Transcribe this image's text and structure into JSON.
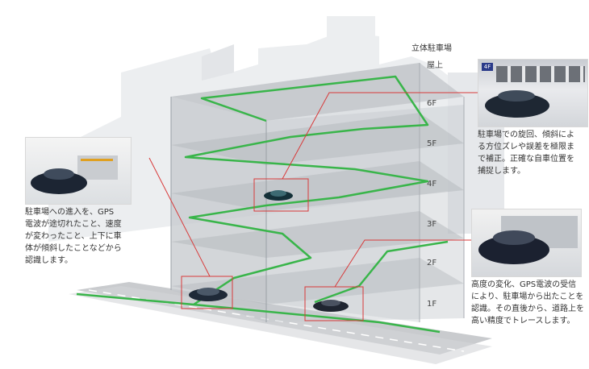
{
  "diagram_title": "立体駐車場",
  "floors": [
    "屋上",
    "6F",
    "5F",
    "4F",
    "3F",
    "2F",
    "1F"
  ],
  "callouts": {
    "entry": "駐車場への進入を、GPS\n電波が途切れたこと、速度\nが変わったこと、上下に車\n体が傾斜したことなどから\n認識します。",
    "turning": "駐車場での旋回、傾斜によ\nる方位ズレや誤差を極限ま\nで補正。正確な自車位置を\n捕捉します。",
    "exit": "高度の変化、GPS電波の受信\nにより、駐車場から出たことを\n認識。その直後から、道路上を\n高い精度でトレースします。"
  },
  "inset_floor_badge": "4F",
  "colors": {
    "route": "#39b54a",
    "callout_line": "#d83a3a",
    "building": "#cfd3d8",
    "road": "#cccccc"
  }
}
